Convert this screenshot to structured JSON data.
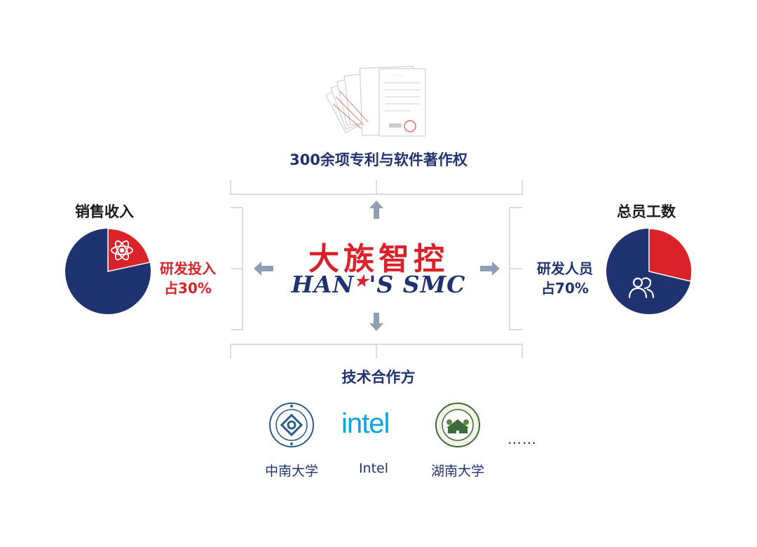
{
  "patents": {
    "title": "300余项专利与软件著作权"
  },
  "partners": {
    "title": "技术合作方",
    "items": [
      {
        "name": "中南大学"
      },
      {
        "name": "Intel",
        "logo_text": "intel"
      },
      {
        "name": "湖南大学"
      }
    ],
    "more": "……"
  },
  "sales": {
    "title": "销售收入",
    "label_line1": "研发投入",
    "label_line2": "占30%",
    "share": 0.3
  },
  "staff": {
    "title": "总员工数",
    "label_line1": "研发人员",
    "label_line2": "占70%",
    "share": 0.7
  },
  "brand": {
    "cn": "大族智控",
    "en_left": "HAN",
    "en_star": "★",
    "en_right": "'S SMC"
  },
  "colors": {
    "navy": "#1f3371",
    "red": "#d9222a",
    "line": "#c8c8c8",
    "arrow": "#8e9eb3",
    "intel": "#0aa5e0"
  },
  "icons": [
    "certificate-stack-icon",
    "atom-icon",
    "people-icon",
    "arrow-up-icon",
    "arrow-down-icon",
    "arrow-left-icon",
    "arrow-right-icon",
    "csu-seal-icon",
    "hnu-seal-icon"
  ]
}
